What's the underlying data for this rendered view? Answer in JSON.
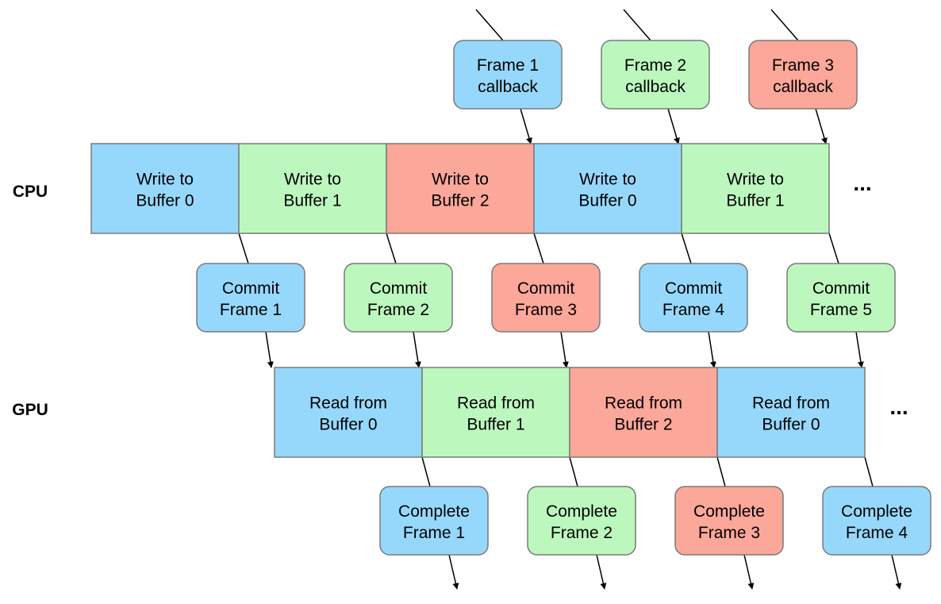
{
  "colors": {
    "buffer_0": "#96d8fc",
    "buffer_1": "#bcf8bd",
    "buffer_2": "#fba79a",
    "stroke": "#7a7a7a",
    "line": "#000000"
  },
  "lanes": {
    "cpu_label": "CPU",
    "gpu_label": "GPU",
    "ellipsis": "..."
  },
  "callbacks": [
    {
      "line1": "Frame 1",
      "line2": "callback",
      "color": "buffer_0"
    },
    {
      "line1": "Frame 2",
      "line2": "callback",
      "color": "buffer_1"
    },
    {
      "line1": "Frame 3",
      "line2": "callback",
      "color": "buffer_2"
    }
  ],
  "cpu_blocks": [
    {
      "line1": "Write to",
      "line2": "Buffer 0",
      "color": "buffer_0"
    },
    {
      "line1": "Write to",
      "line2": "Buffer 1",
      "color": "buffer_1"
    },
    {
      "line1": "Write to",
      "line2": "Buffer 2",
      "color": "buffer_2"
    },
    {
      "line1": "Write to",
      "line2": "Buffer 0",
      "color": "buffer_0"
    },
    {
      "line1": "Write to",
      "line2": "Buffer 1",
      "color": "buffer_1"
    }
  ],
  "commits": [
    {
      "line1": "Commit",
      "line2": "Frame 1",
      "color": "buffer_0"
    },
    {
      "line1": "Commit",
      "line2": "Frame 2",
      "color": "buffer_1"
    },
    {
      "line1": "Commit",
      "line2": "Frame 3",
      "color": "buffer_2"
    },
    {
      "line1": "Commit",
      "line2": "Frame 4",
      "color": "buffer_0"
    },
    {
      "line1": "Commit",
      "line2": "Frame 5",
      "color": "buffer_1"
    }
  ],
  "gpu_blocks": [
    {
      "line1": "Read from",
      "line2": "Buffer 0",
      "color": "buffer_0"
    },
    {
      "line1": "Read from",
      "line2": "Buffer 1",
      "color": "buffer_1"
    },
    {
      "line1": "Read from",
      "line2": "Buffer 2",
      "color": "buffer_2"
    },
    {
      "line1": "Read from",
      "line2": "Buffer 0",
      "color": "buffer_0"
    }
  ],
  "completes": [
    {
      "line1": "Complete",
      "line2": "Frame 1",
      "color": "buffer_0"
    },
    {
      "line1": "Complete",
      "line2": "Frame 2",
      "color": "buffer_1"
    },
    {
      "line1": "Complete",
      "line2": "Frame 3",
      "color": "buffer_2"
    },
    {
      "line1": "Complete",
      "line2": "Frame 4",
      "color": "buffer_0"
    }
  ]
}
